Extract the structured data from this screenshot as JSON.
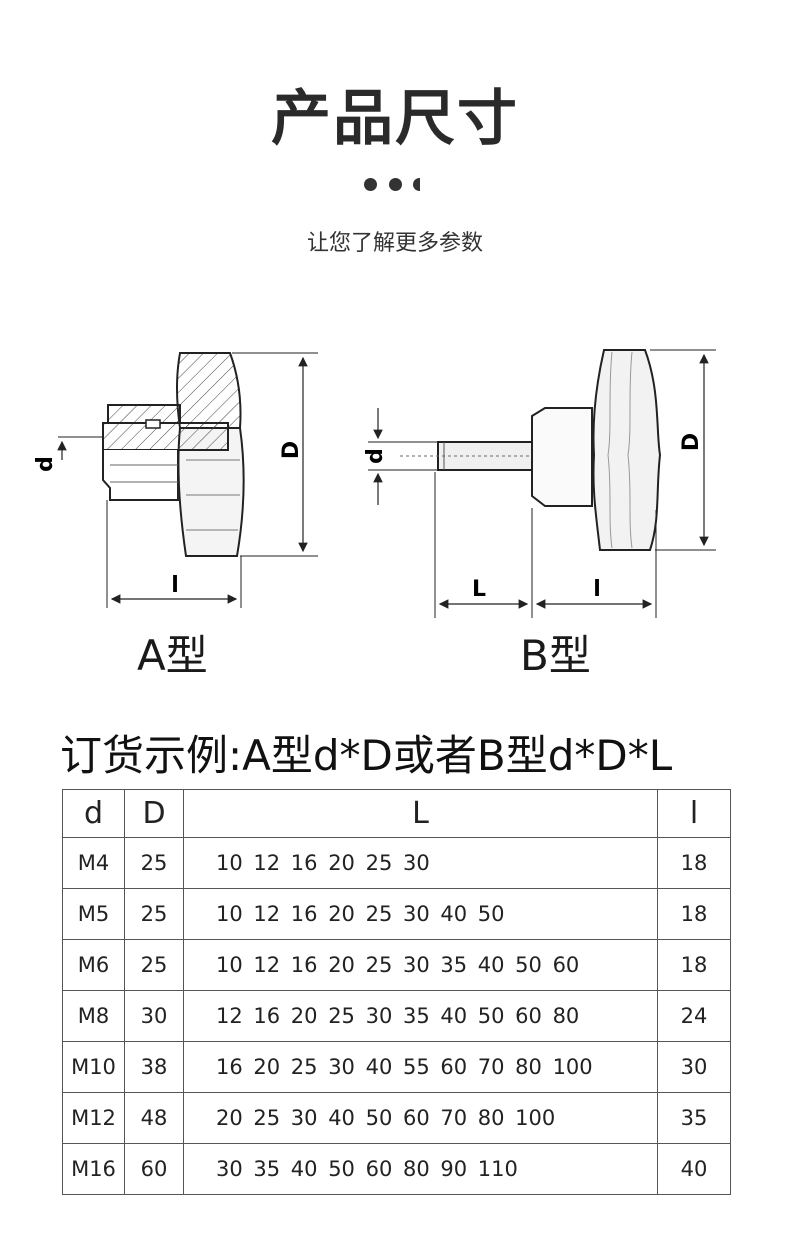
{
  "header": {
    "title": "产品尺寸",
    "subtitle": "让您了解更多参数"
  },
  "diagram": {
    "a_labels": {
      "d": "d",
      "D": "D",
      "l": "l"
    },
    "b_labels": {
      "d": "d",
      "D": "D",
      "L": "L",
      "l": "l"
    },
    "type_a": "A型",
    "type_b": "B型"
  },
  "order": {
    "text": "订货示例:A型d*D或者B型d*D*L"
  },
  "table": {
    "headers": [
      "d",
      "D",
      "L",
      "l"
    ],
    "rows": [
      [
        "M4",
        "25",
        "10  12  16  20  25  30",
        "18"
      ],
      [
        "M5",
        "25",
        "10  12  16  20  25  30  40  50",
        "18"
      ],
      [
        "M6",
        "25",
        "10  12  16  20  25  30  35  40  50  60",
        "18"
      ],
      [
        "M8",
        "30",
        "12  16  20  25  30  35  40  50  60  80",
        "24"
      ],
      [
        "M10",
        "38",
        "16  20  25  30  40  55  60  70  80  100",
        "30"
      ],
      [
        "M12",
        "48",
        "20  25  30  40  50  60  70  80  100",
        "35"
      ],
      [
        "M16",
        "60",
        "30  35  40  50  60  80  90  110",
        "40"
      ]
    ]
  }
}
